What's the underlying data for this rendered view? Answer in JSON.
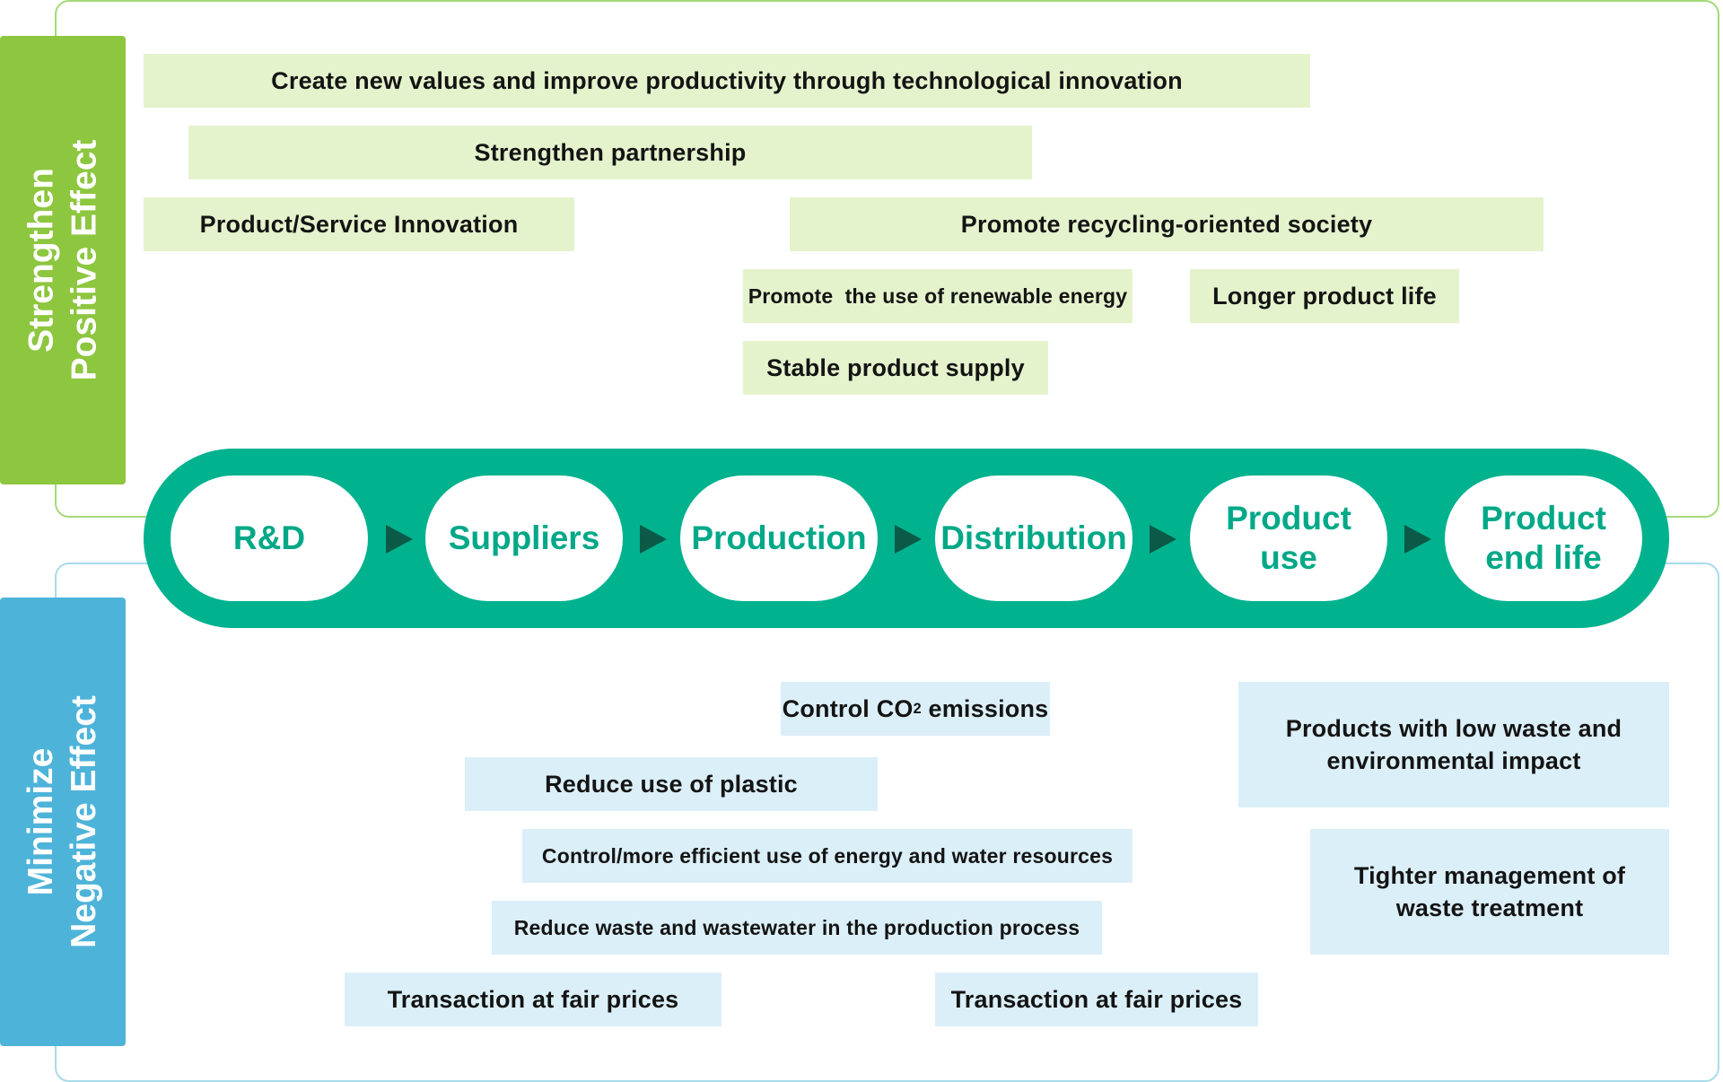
{
  "sections": {
    "positive": {
      "line1": "Strengthen",
      "line2": "Positive Effect",
      "color": "#8dc63f"
    },
    "negative": {
      "line1": "Minimize",
      "line2": "Negative Effect",
      "color": "#4eb3d9"
    }
  },
  "value_chain": {
    "color": "#00b28e",
    "stages": [
      {
        "line1": "R&D",
        "line2": ""
      },
      {
        "line1": "Suppliers",
        "line2": ""
      },
      {
        "line1": "Production",
        "line2": ""
      },
      {
        "line1": "Distribution",
        "line2": ""
      },
      {
        "line1": "Product",
        "line2": "use"
      },
      {
        "line1": "Product",
        "line2": "end life"
      }
    ]
  },
  "positive_effects": {
    "tech_innovation": "Create new values and improve productivity through technological innovation",
    "partnership": "Strengthen partnership",
    "product_service_innovation": "Product/Service Innovation",
    "recycling_society": "Promote recycling-oriented society",
    "renewable_energy": "Promote  the use of renewable energy",
    "longer_life": "Longer product life",
    "stable_supply": "Stable product supply"
  },
  "negative_effects": {
    "co2": {
      "prefix": "Control CO",
      "sub": "2",
      "suffix": " emissions"
    },
    "plastic": "Reduce use of plastic",
    "energy_water": "Control/more efficient use of energy and water resources",
    "waste_process": "Reduce waste and wastewater in the production process",
    "fair_prices_1": "Transaction at fair prices",
    "fair_prices_2": "Transaction at fair prices",
    "low_waste": {
      "line1": "Products with low waste and",
      "line2": "environmental impact"
    },
    "waste_treatment": {
      "line1": "Tighter management of",
      "line2": "waste treatment"
    }
  }
}
